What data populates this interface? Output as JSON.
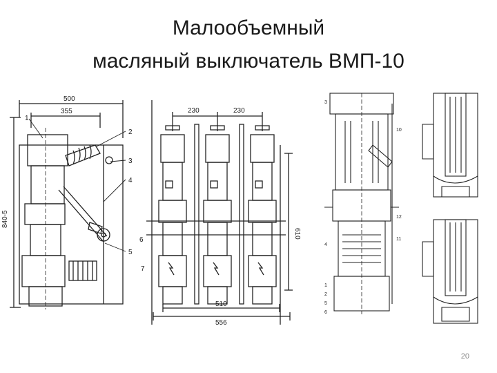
{
  "slide": {
    "title_line1": "Малообъемный",
    "title_line2": "масляный выключатель ВМП-10",
    "page_number": "20"
  },
  "drawing_left": {
    "dims": {
      "width_total": "500",
      "width_inner": "355",
      "height": "840-5"
    },
    "callouts": [
      "1",
      "2",
      "3",
      "4",
      "5"
    ]
  },
  "drawing_front": {
    "dims": {
      "pitch_left": "230",
      "pitch_right": "230",
      "height": "610",
      "width_inner": "510",
      "width_total": "556"
    },
    "callouts": [
      "6",
      "7"
    ]
  },
  "drawing_section": {
    "callouts": [
      "3",
      "10",
      "12",
      "4",
      "11",
      "1",
      "2",
      "5",
      "6"
    ]
  }
}
